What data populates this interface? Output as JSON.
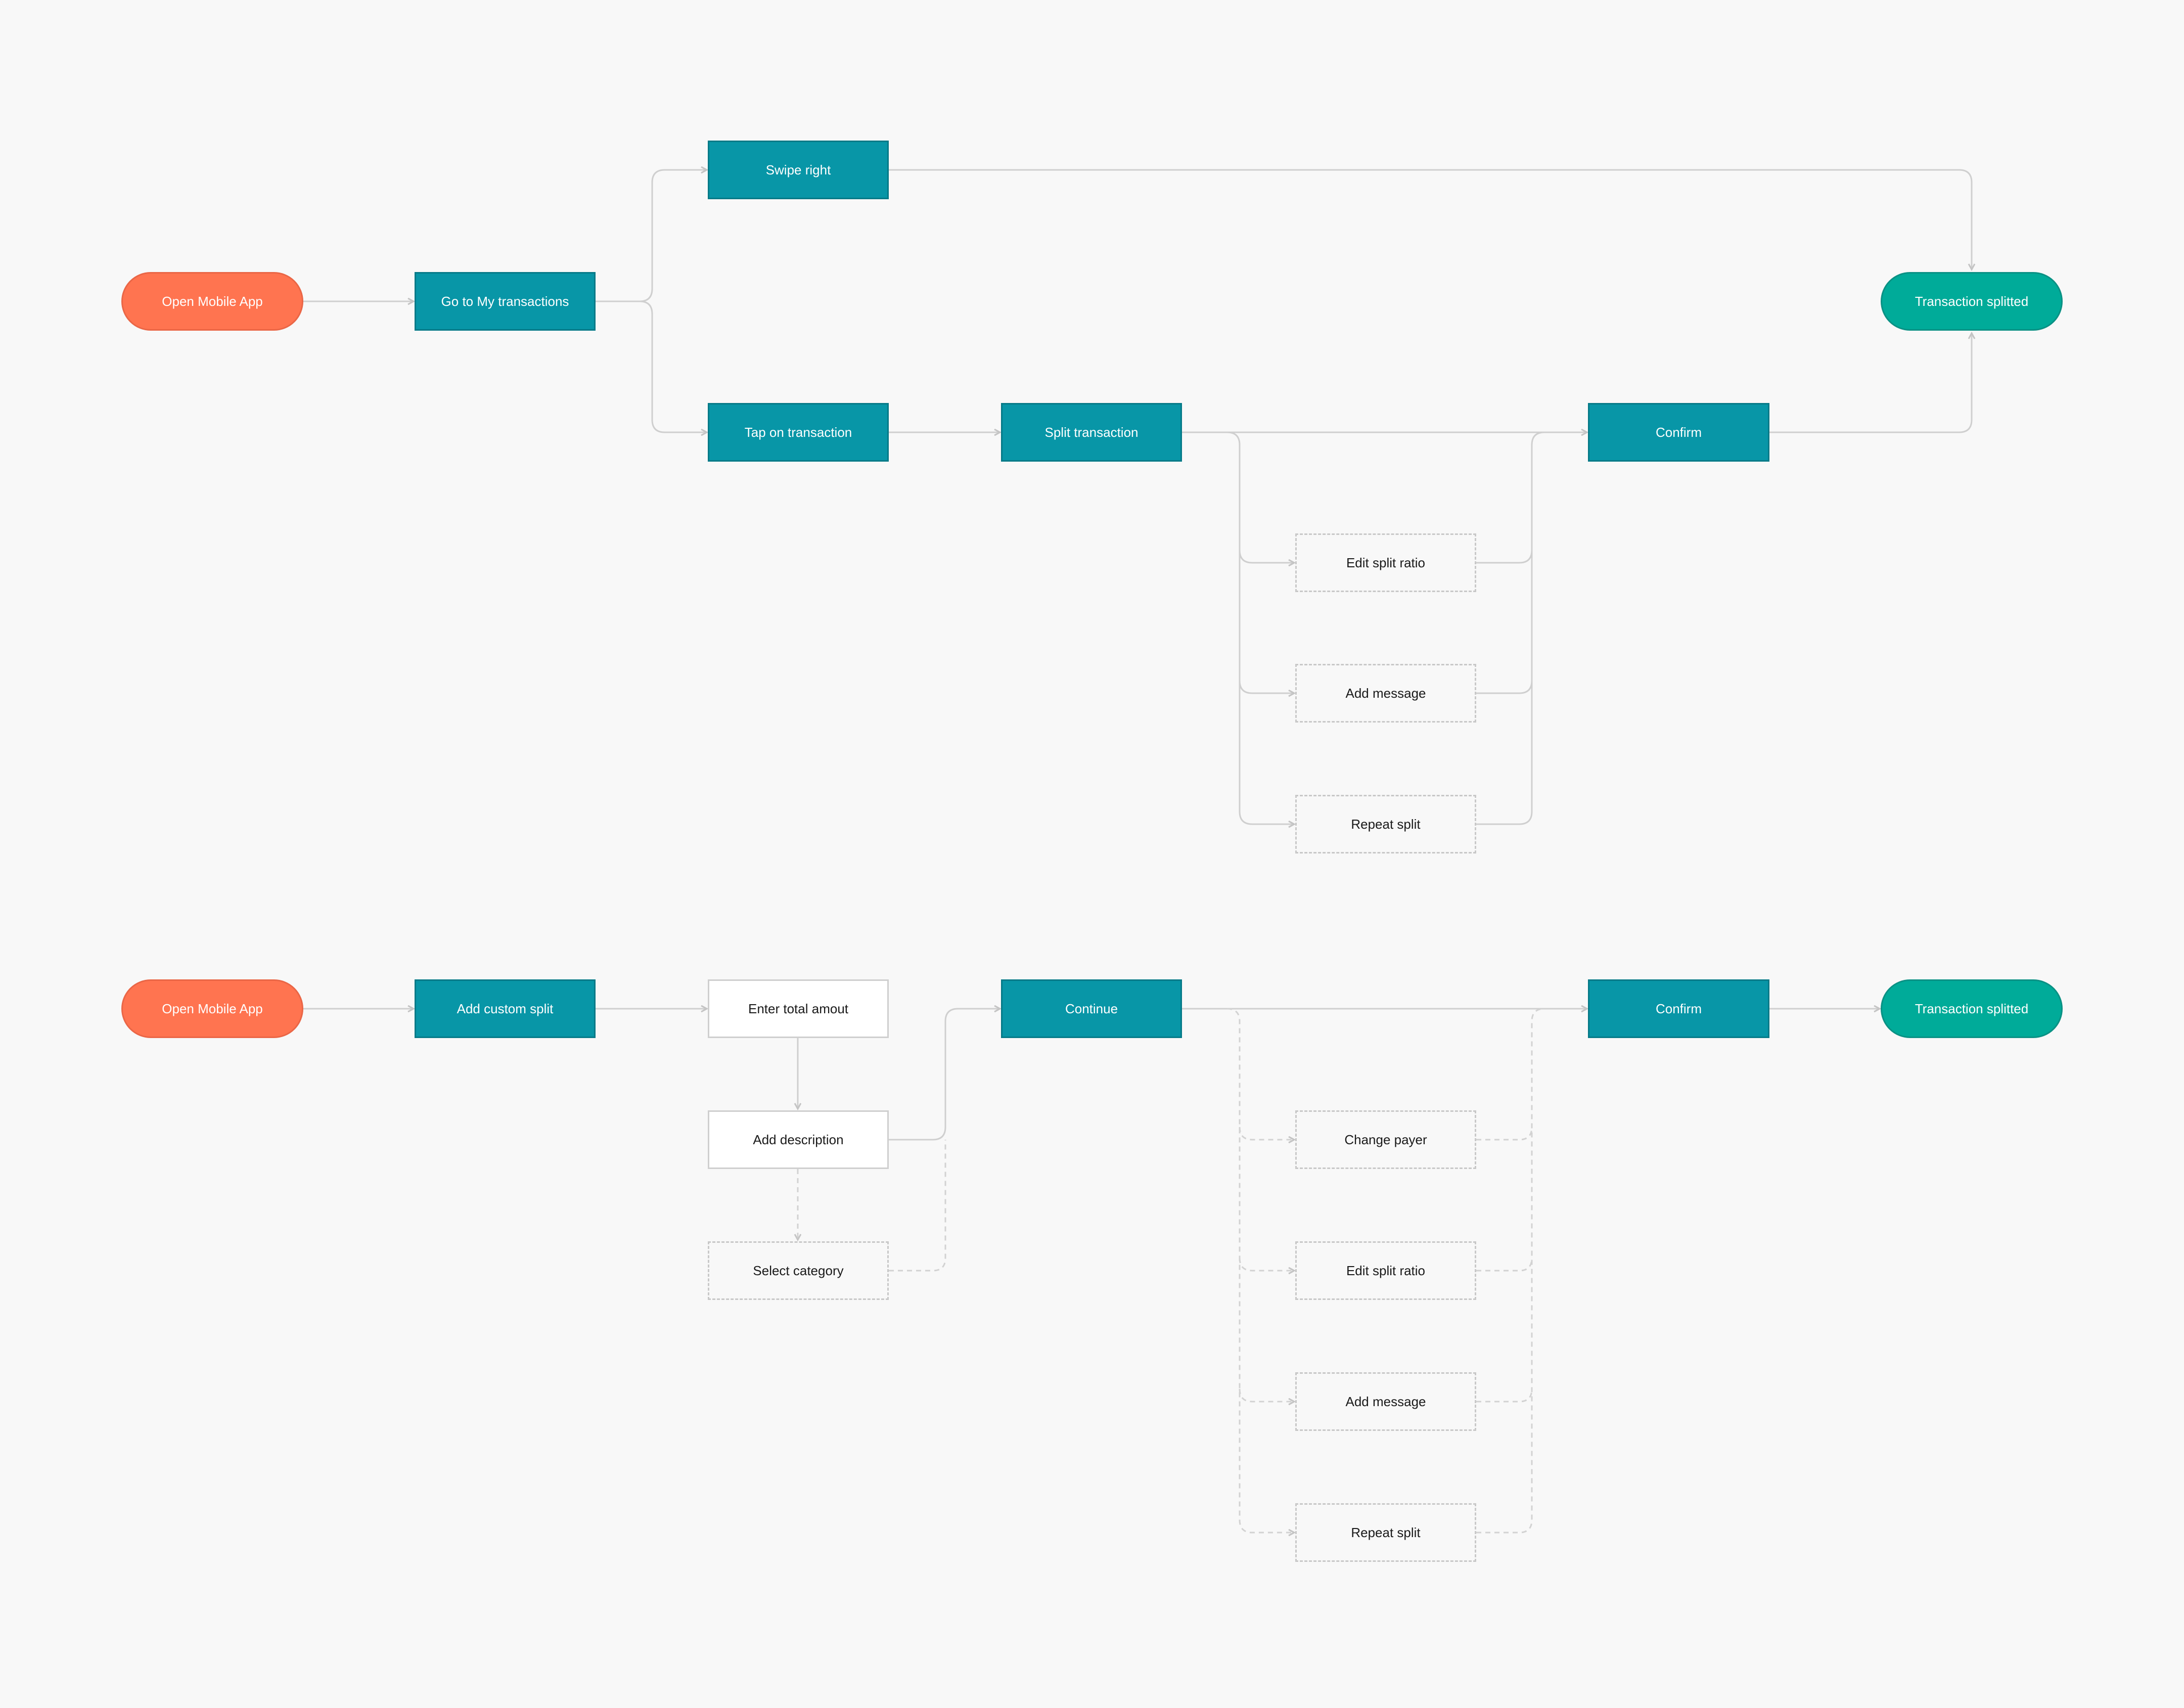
{
  "colors": {
    "background": "#f8f8f8",
    "start": "#ff7450",
    "end": "#00ab99",
    "step": "#0896a7",
    "connector": "#cfcfcf"
  },
  "flow1": {
    "open_app": "Open Mobile App",
    "my_transactions": "Go to My transactions",
    "swipe_right": "Swipe right",
    "tap_transaction": "Tap on transaction",
    "split_transaction": "Split transaction",
    "confirm": "Confirm",
    "done": "Transaction splitted",
    "edit_ratio": "Edit split ratio",
    "add_message": "Add message",
    "repeat_split": "Repeat split"
  },
  "flow2": {
    "open_app": "Open Mobile App",
    "add_custom_split": "Add custom split",
    "enter_total": "Enter total amout",
    "add_description": "Add description",
    "select_category": "Select category",
    "continue": "Continue",
    "confirm": "Confirm",
    "done": "Transaction splitted",
    "change_payer": "Change payer",
    "edit_ratio": "Edit split ratio",
    "add_message": "Add message",
    "repeat_split": "Repeat split"
  }
}
